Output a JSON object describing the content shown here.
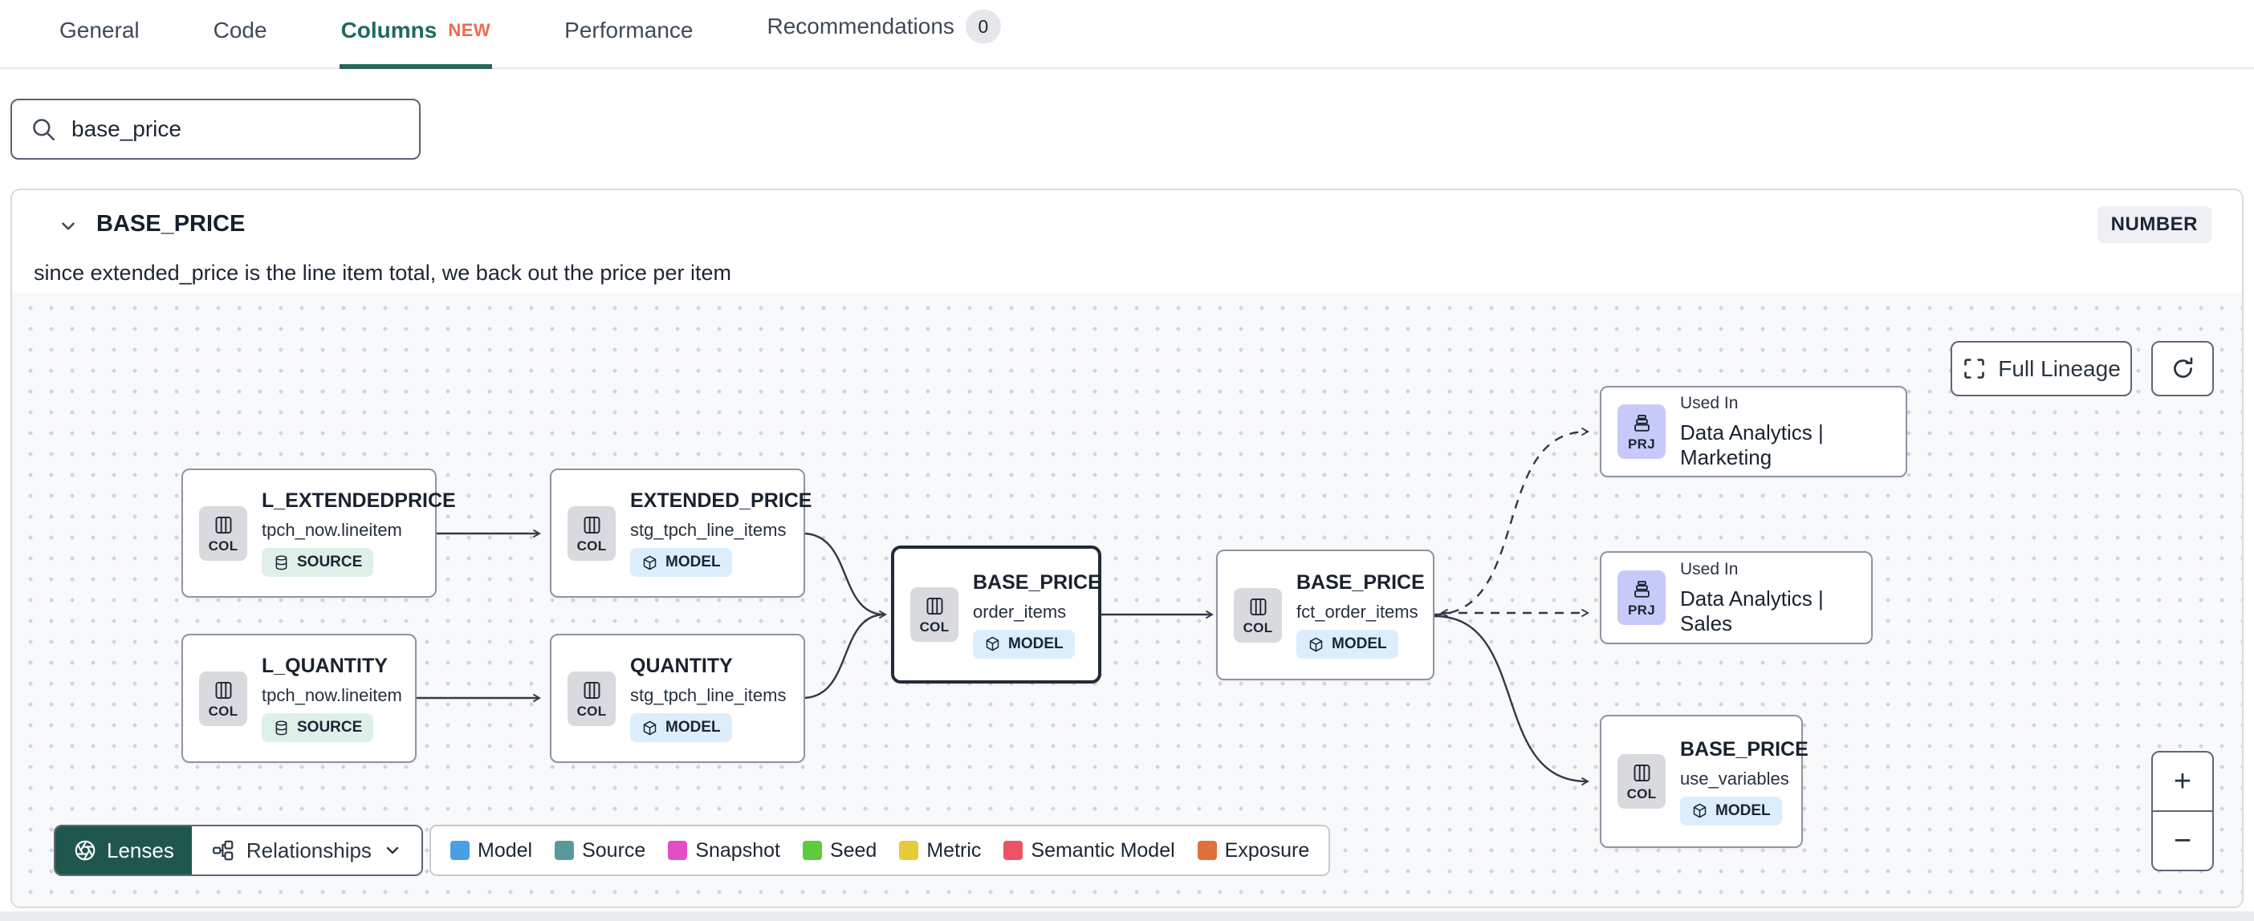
{
  "tabs": {
    "items": [
      {
        "label": "General"
      },
      {
        "label": "Code"
      },
      {
        "label": "Columns",
        "badge": "NEW"
      },
      {
        "label": "Performance"
      },
      {
        "label": "Recommendations",
        "count": "0"
      }
    ]
  },
  "search": {
    "value": "base_price"
  },
  "column": {
    "name": "BASE_PRICE",
    "type": "NUMBER",
    "description": "since extended_price is the line item total, we back out the price per item"
  },
  "lineage": {
    "controls": {
      "full_lineage": "Full Lineage"
    },
    "zoom": {
      "in": "+",
      "out": "−"
    },
    "toolbar": {
      "lenses": "Lenses",
      "relationships": "Relationships"
    },
    "nodes": [
      {
        "chip": "COL",
        "title": "L_EXTENDEDPRICE",
        "subtitle": "tpch_now.lineitem",
        "badge": "SOURCE"
      },
      {
        "chip": "COL",
        "title": "EXTENDED_PRICE",
        "subtitle": "stg_tpch_line_items",
        "badge": "MODEL"
      },
      {
        "chip": "COL",
        "title": "L_QUANTITY",
        "subtitle": "tpch_now.lineitem",
        "badge": "SOURCE"
      },
      {
        "chip": "COL",
        "title": "QUANTITY",
        "subtitle": "stg_tpch_line_items",
        "badge": "MODEL"
      },
      {
        "chip": "COL",
        "title": "BASE_PRICE",
        "subtitle": "order_items",
        "badge": "MODEL"
      },
      {
        "chip": "COL",
        "title": "BASE_PRICE",
        "subtitle": "fct_order_items",
        "badge": "MODEL"
      },
      {
        "chip": "PRJ",
        "kicker": "Used In",
        "title": "Data Analytics | Marketing"
      },
      {
        "chip": "PRJ",
        "kicker": "Used In",
        "title": "Data Analytics | Sales"
      },
      {
        "chip": "COL",
        "title": "BASE_PRICE",
        "subtitle": "use_variables",
        "badge": "MODEL"
      }
    ],
    "legend": [
      {
        "label": "Model",
        "color": "#4c9fe4"
      },
      {
        "label": "Source",
        "color": "#579a9d"
      },
      {
        "label": "Snapshot",
        "color": "#e14fc5"
      },
      {
        "label": "Seed",
        "color": "#5ecb3e"
      },
      {
        "label": "Metric",
        "color": "#e7c93c"
      },
      {
        "label": "Semantic Model",
        "color": "#ed5463"
      },
      {
        "label": "Exposure",
        "color": "#e0713a"
      }
    ],
    "icons": {
      "search": "magnifier",
      "chevron": "chevron-down",
      "column_chip": "table-columns",
      "source_badge": "database",
      "model_badge": "cube",
      "project_chip": "stacked-trays",
      "full_lineage": "expand-corners",
      "refresh": "circular-arrow",
      "lenses": "aperture",
      "relationships": "schema-hierarchy"
    }
  }
}
